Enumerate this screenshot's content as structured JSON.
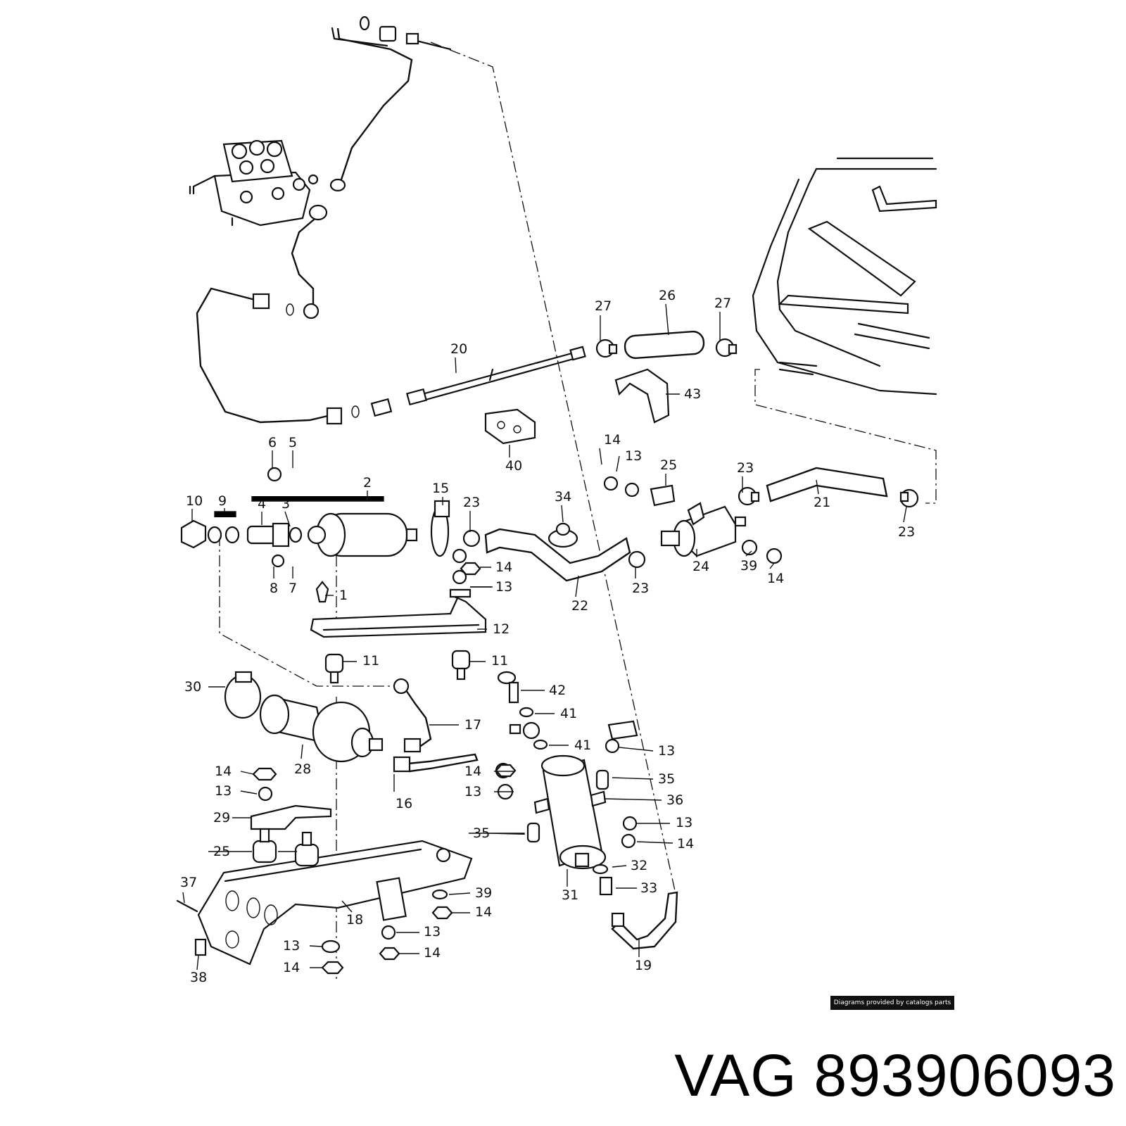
{
  "callouts": [
    "1",
    "2",
    "3",
    "4",
    "5",
    "6",
    "7",
    "8",
    "9",
    "10",
    "11",
    "12",
    "13",
    "14",
    "15",
    "16",
    "17",
    "18",
    "19",
    "20",
    "21",
    "22",
    "23",
    "24",
    "25",
    "26",
    "27",
    "28",
    "29",
    "30",
    "31",
    "32",
    "33",
    "34",
    "35",
    "36",
    "37",
    "38",
    "39",
    "40",
    "41",
    "42",
    "43"
  ],
  "credit": "Diagrams provided by catalogs parts",
  "brand": {
    "make": "VAG",
    "part_number": "893906093"
  }
}
